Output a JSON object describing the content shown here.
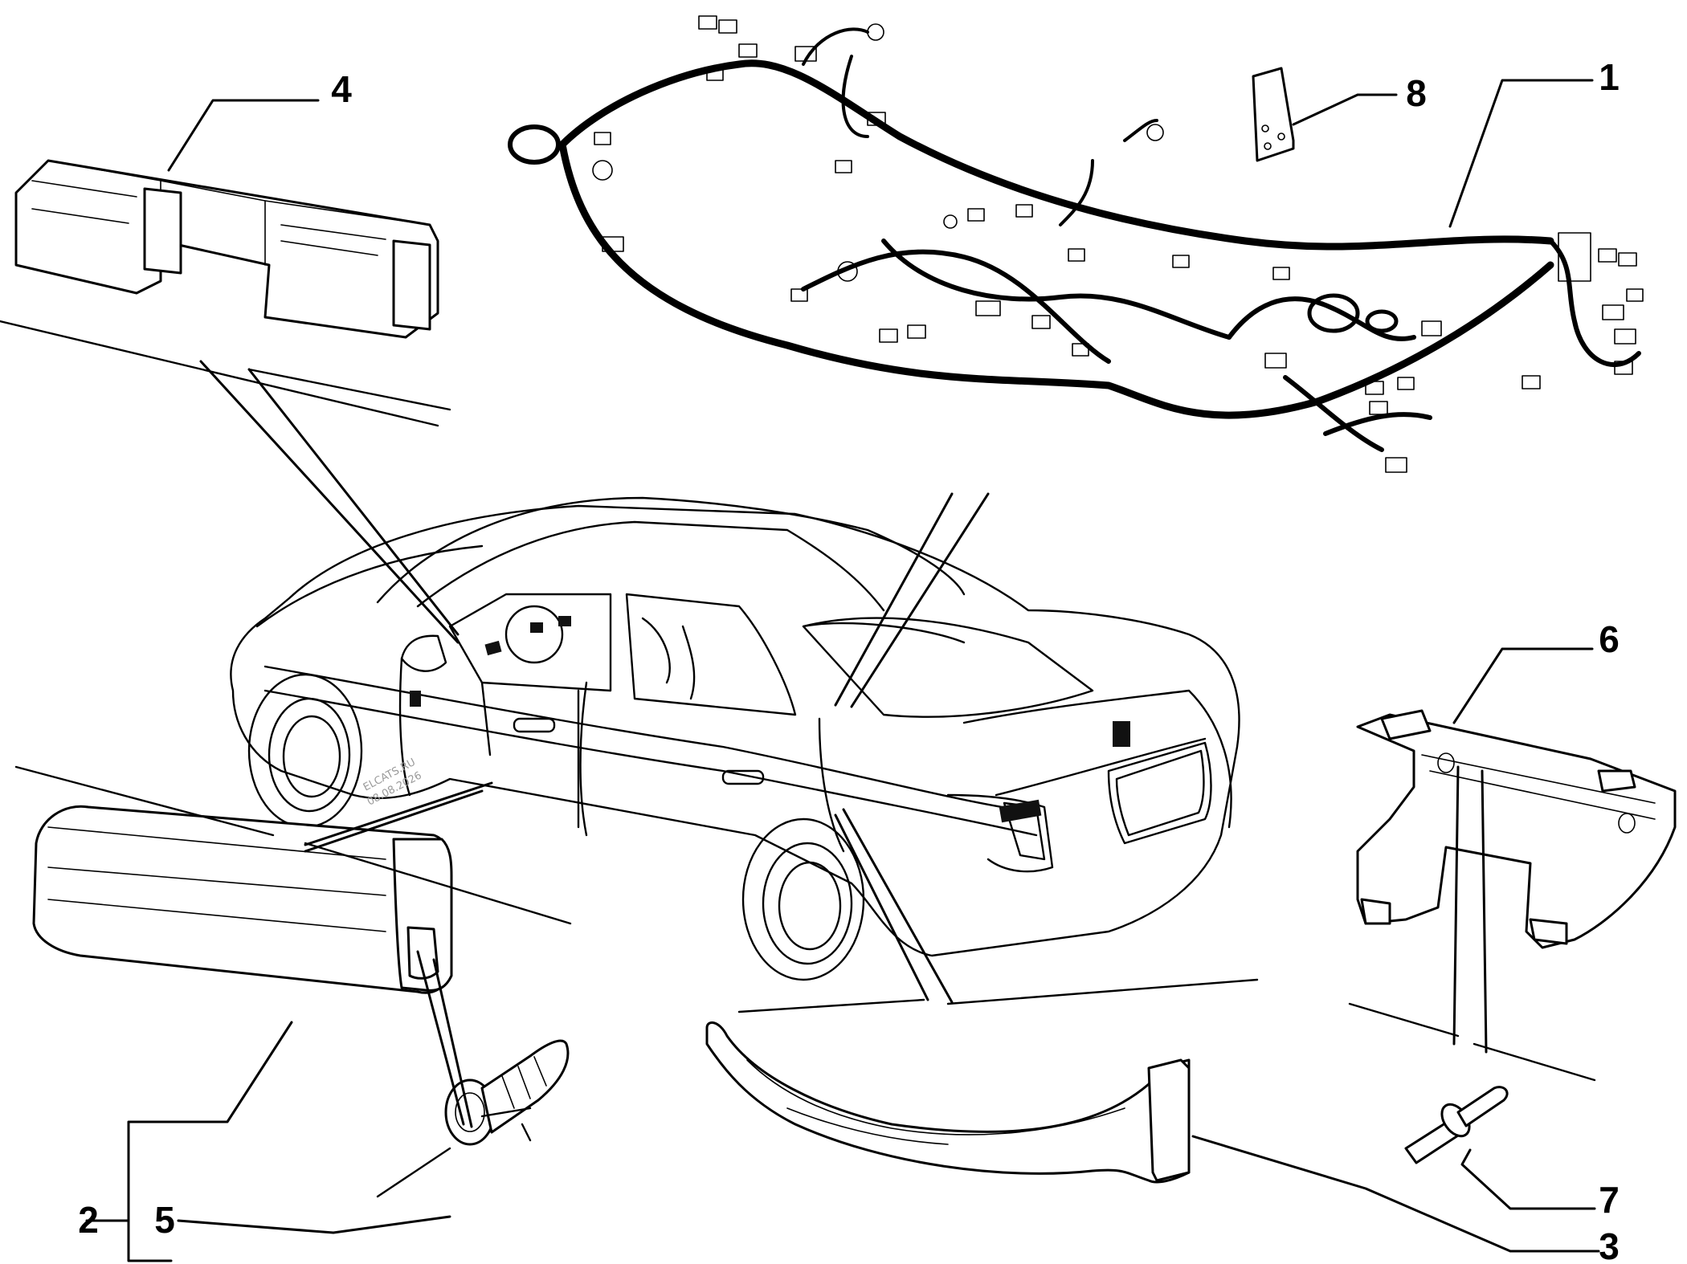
{
  "callouts": {
    "c1": "1",
    "c2": "2",
    "c3": "3",
    "c4": "4",
    "c5": "5",
    "c6": "6",
    "c7": "7",
    "c8": "8"
  },
  "watermark": {
    "line1": "ELCATS.RU",
    "line2": "08.08.2026"
  },
  "colors": {
    "line": "#000000",
    "background": "#ffffff"
  }
}
